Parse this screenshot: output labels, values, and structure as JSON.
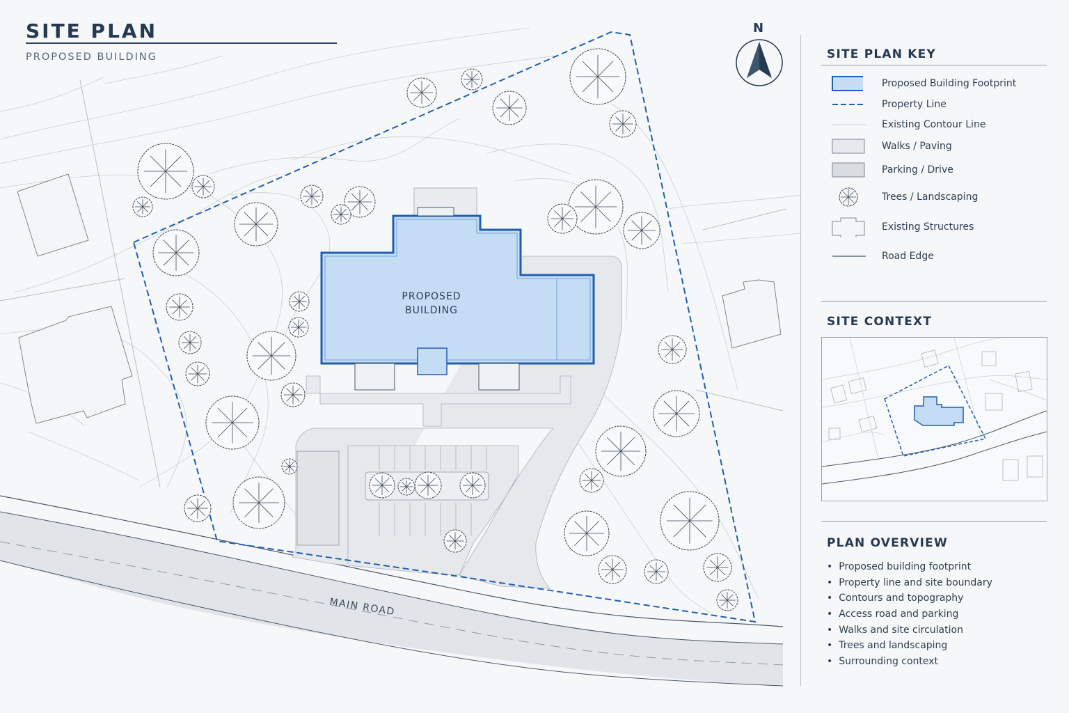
{
  "header": {
    "title": "SITE PLAN",
    "subtitle": "PROPOSED BUILDING"
  },
  "plan": {
    "building_label_line1": "PROPOSED",
    "building_label_line2": "BUILDING",
    "road_label": "MAIN ROAD",
    "north_label": "N"
  },
  "key": {
    "title": "SITE PLAN KEY",
    "items": [
      {
        "label": "Proposed Building Footprint",
        "icon": "building-footprint-swatch"
      },
      {
        "label": "Property Line",
        "icon": "dashed-line"
      },
      {
        "label": "Existing Contour Line",
        "icon": "thin-line"
      },
      {
        "label": "Walks / Paving",
        "icon": "gray-swatch"
      },
      {
        "label": "Parking / Drive",
        "icon": "darker-gray-swatch"
      },
      {
        "label": "Trees / Landscaping",
        "icon": "tree-icon"
      },
      {
        "label": "Existing Structures",
        "icon": "structure-outline-icon"
      },
      {
        "label": "Road Edge",
        "icon": "solid-line"
      }
    ]
  },
  "context": {
    "title": "SITE CONTEXT"
  },
  "overview": {
    "title": "PLAN OVERVIEW",
    "items": [
      "Proposed building footprint",
      "Property line and site boundary",
      "Contours and topography",
      "Access road and parking",
      "Walks and site circulation",
      "Trees and landscaping",
      "Surrounding context"
    ]
  },
  "colors": {
    "building_fill": "#c5dcf5",
    "building_stroke": "#1f5fae",
    "property_line": "#1f5fae",
    "paving": "#e4e6ea",
    "road": "#dfe2e6",
    "ink": "#253a52"
  }
}
